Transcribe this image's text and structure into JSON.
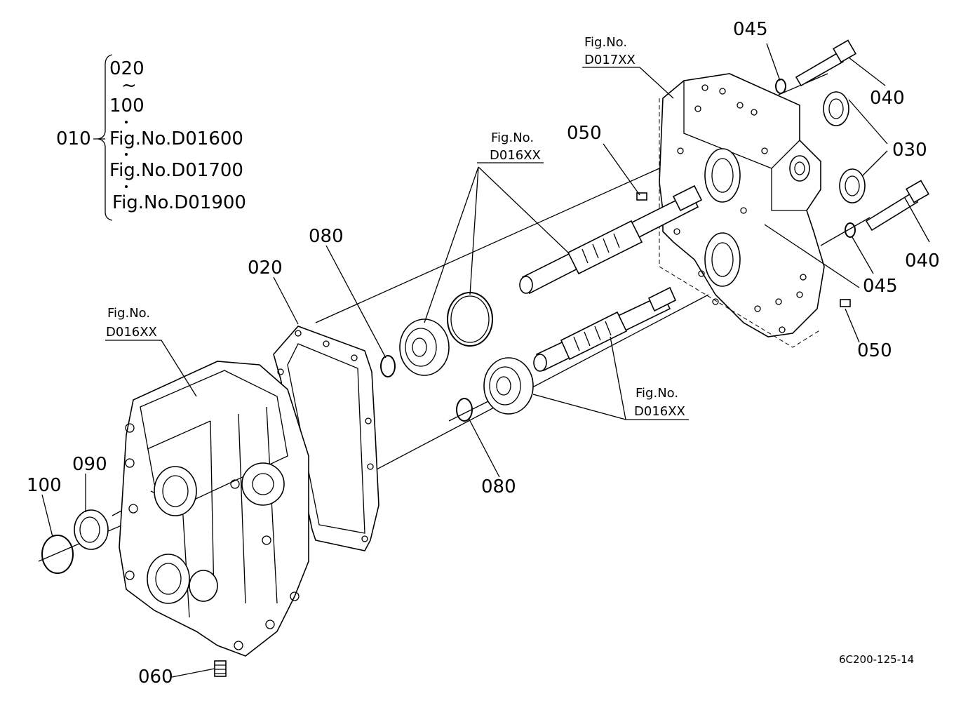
{
  "legend": {
    "main": "010",
    "range_start": "020",
    "tilde": "~",
    "range_end": "100",
    "fig_1": "Fig.No.D01600",
    "fig_2": "Fig.No.D01700",
    "fig_3": "Fig.No.D01900"
  },
  "parts": {
    "p045_top": "045",
    "p040_top": "040",
    "p030": "030",
    "p040_mid": "040",
    "p045_mid": "045",
    "p050_top": "050",
    "p050_right": "050",
    "p080_top": "080",
    "p080_bottom": "080",
    "p020": "020",
    "p090": "090",
    "p100": "100",
    "p060": "060"
  },
  "figrefs": {
    "d017_line1": "Fig.No.",
    "d017_line2": "D017XX",
    "d016_top_line1": "Fig.No.",
    "d016_top_line2": "D016XX",
    "d016_left_line1": "Fig.No.",
    "d016_left_line2": "D016XX",
    "d016_right_line1": "Fig.No.",
    "d016_right_line2": "D016XX"
  },
  "drawing_code": "6C200-125-14"
}
